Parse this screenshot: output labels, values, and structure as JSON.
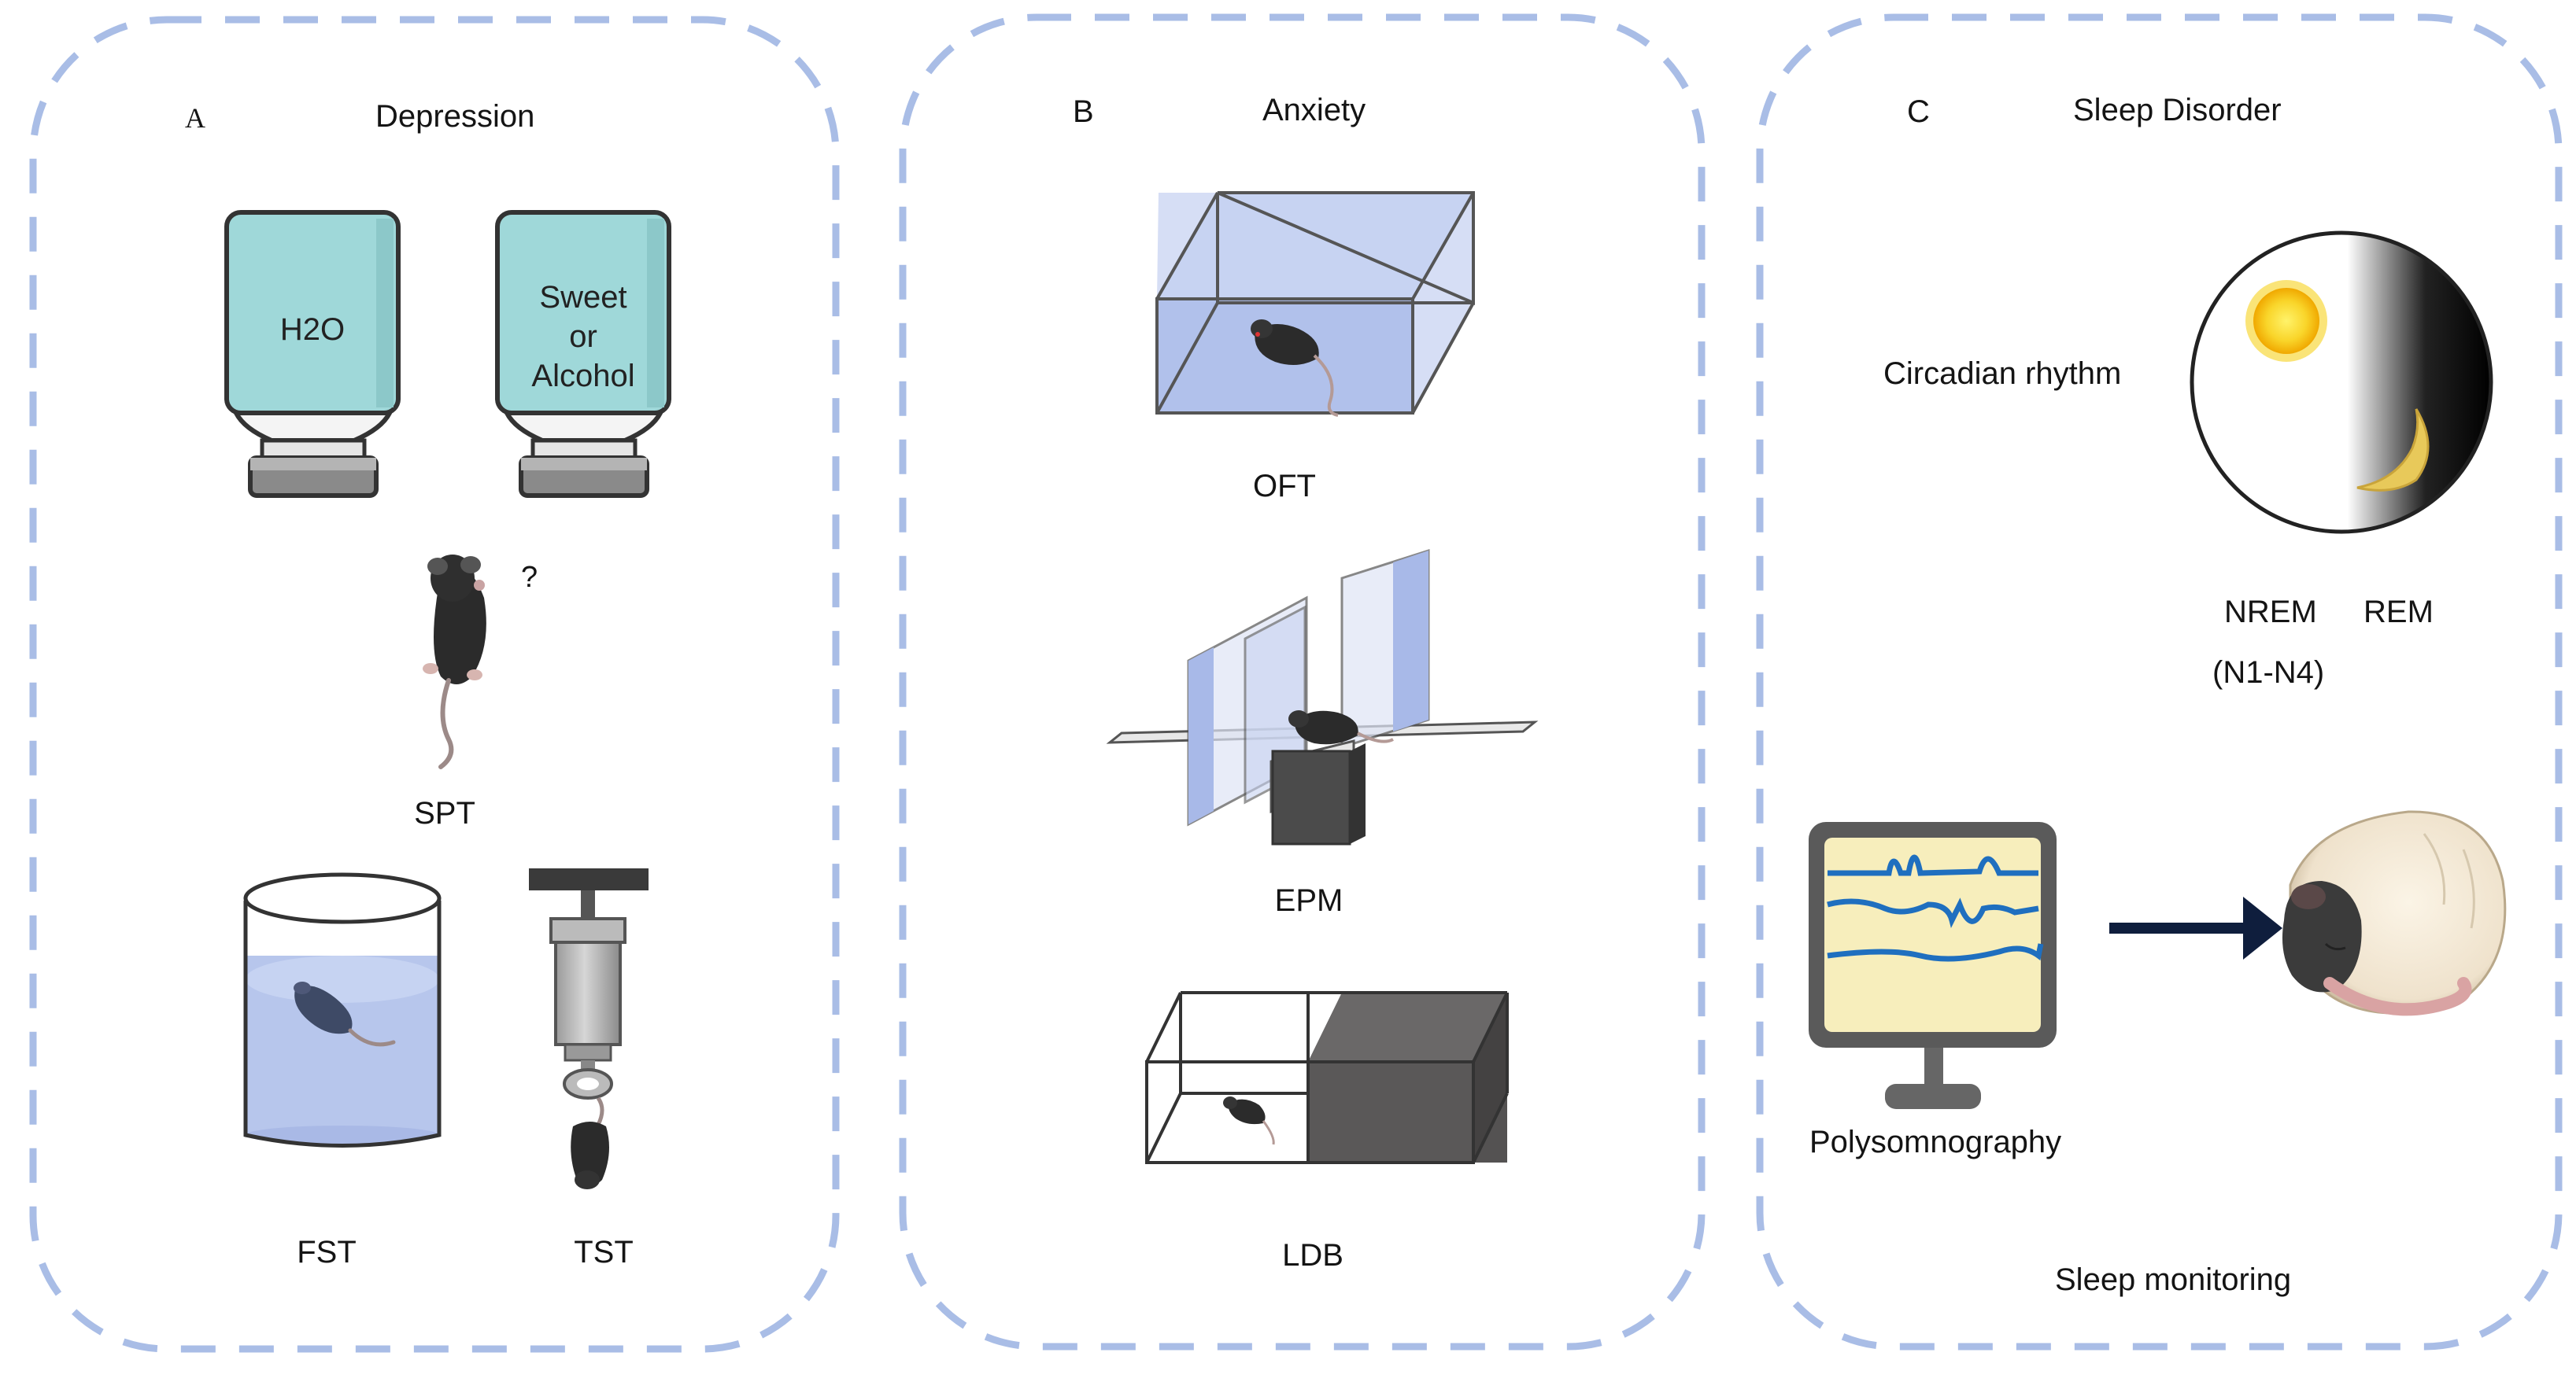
{
  "panels": [
    {
      "letter": "A",
      "title": "Depression"
    },
    {
      "letter": "B",
      "title": "Anxiety"
    },
    {
      "letter": "C",
      "title": "Sleep Disorder"
    }
  ],
  "depression": {
    "bottle_left": "H2O",
    "bottle_right": {
      "line1": "Sweet",
      "line2": "or",
      "line3": "Alcohol"
    },
    "question_mark": "?",
    "spt": "SPT",
    "fst": "FST",
    "tst": "TST"
  },
  "anxiety": {
    "oft": "OFT",
    "epm": "EPM",
    "ldb": "LDB"
  },
  "sleep": {
    "circadian": "Circadian rhythm",
    "nrem": "NREM",
    "rem": "REM",
    "nrem_stages": "(N1-N4)",
    "polysomnography": "Polysomnography",
    "monitoring": "Sleep monitoring"
  },
  "colors": {
    "dash_border": "#a9bde6",
    "bottle_fill": "#9fd8d9",
    "water": "#b7c6ec",
    "box_tint": "#b4c3ec",
    "mouse": "#2b2b2b",
    "dark_box": "#525050",
    "screen": "#f7eebc",
    "trace": "#1f6fbf",
    "arrow": "#0f1e3d",
    "moon": "#e8c95a",
    "sun": "#f7d21e"
  }
}
